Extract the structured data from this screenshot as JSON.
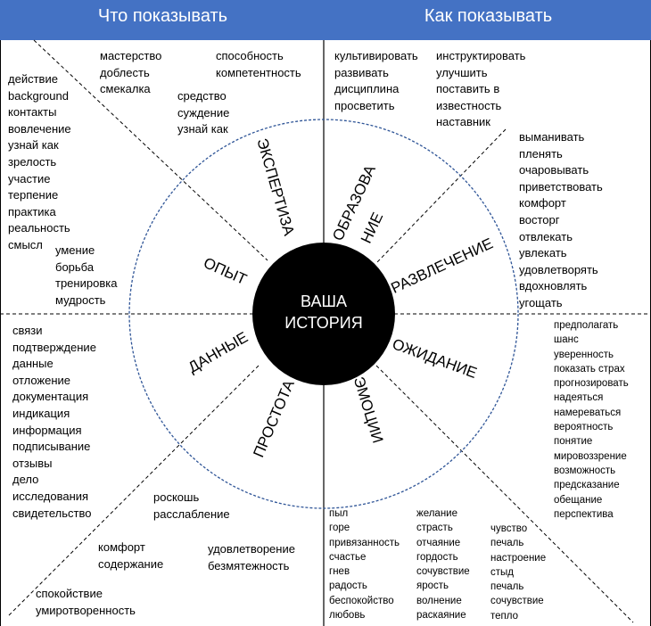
{
  "header": {
    "left_title": "Что показывать",
    "right_title": "Как показывать",
    "color": "#4472c4"
  },
  "center": {
    "line1": "ВАША",
    "line2": "ИСТОРИЯ"
  },
  "segments": {
    "expertise": "ЭКСПЕРТИЗА",
    "experience": "ОПЫТ",
    "data": "ДАННЫЕ",
    "simplicity": "ПРОСТОТА",
    "education_1": "ОБРАЗОВА",
    "education_2": "НИЕ",
    "entertainment": "РАЗВЛЕЧЕНИЕ",
    "expectation": "ОЖИДАНИЕ",
    "emotion": "ЭМОЦИИ"
  },
  "word_lists": {
    "expertise_1": [
      "мастерство",
      "доблесть",
      "смекалка"
    ],
    "expertise_2": [
      "способность",
      "компетентность"
    ],
    "expertise_3": [
      "средство",
      "суждение",
      "узнай как"
    ],
    "experience_1": [
      "действие",
      "background",
      "контакты",
      "вовлечение",
      "узнай как",
      "зрелость",
      "участие",
      "терпение",
      "практика",
      "реальность",
      "смысл"
    ],
    "experience_2": [
      "умение",
      "борьба",
      "тренировка",
      "мудрость"
    ],
    "data": [
      "связи",
      "подтверждение",
      "данные",
      "отложение",
      "документация",
      "индикация",
      "информация",
      "подписывание",
      "отзывы",
      "дело",
      "исследования",
      "свидетельство"
    ],
    "simplicity_1": [
      "роскошь",
      "расслабление"
    ],
    "simplicity_2": [
      "комфорт",
      "содержание"
    ],
    "simplicity_3": [
      "удовлетворение",
      "безмятежность"
    ],
    "simplicity_4": [
      "спокойствие",
      "умиротворенность"
    ],
    "education_1": [
      "культивировать",
      "развивать",
      "дисциплина",
      "просветить"
    ],
    "education_2": [
      "инструктировать",
      "улучшить",
      "поставить в",
      "известность",
      "наставник"
    ],
    "entertainment": [
      "выманивать",
      "пленять",
      "очаровывать",
      "приветствовать",
      "комфорт",
      "восторг",
      "отвлекать",
      "увлекать",
      "удовлетворять",
      "вдохновлять",
      "угощать"
    ],
    "expectation": [
      "предполагать",
      "шанс",
      "уверенность",
      "показать страх",
      "прогнозировать",
      "надеяться",
      "намереваться",
      "вероятность",
      "понятие",
      "мировоззрение",
      "возможность",
      "предсказание",
      "обещание",
      "перспектива"
    ],
    "emotion_1": [
      "пыл",
      "горе",
      "привязанность",
      "счастье",
      "гнев",
      "радость",
      "беспокойство",
      "любовь"
    ],
    "emotion_2": [
      "желание",
      "страсть",
      "отчаяние",
      "гордость",
      "сочувствие",
      "ярость",
      "волнение",
      "раскаяние"
    ],
    "emotion_3": [
      "чувство",
      "печаль",
      "настроение",
      "стыд",
      "печаль",
      "сочувствие",
      "тепло"
    ]
  }
}
